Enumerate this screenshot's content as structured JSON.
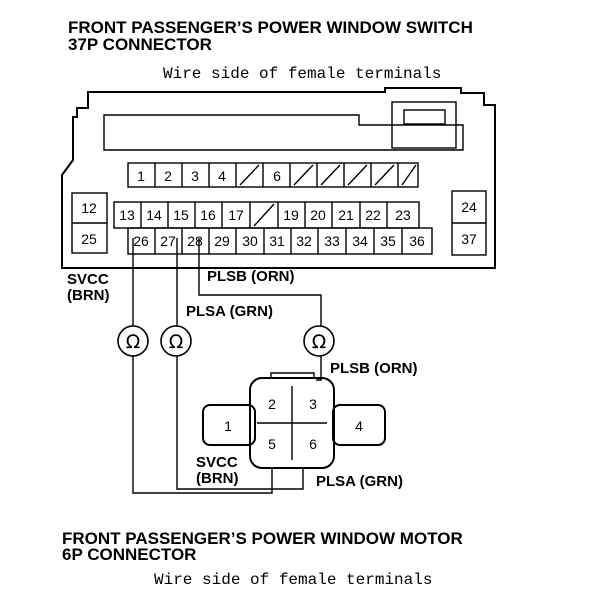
{
  "switch_connector": {
    "title_line1": "FRONT PASSENGER’S POWER WINDOW SWITCH",
    "title_line2": "37P CONNECTOR",
    "subtitle": "Wire side of female terminals",
    "pins": {
      "p1": "1",
      "p2": "2",
      "p3": "3",
      "p4": "4",
      "p6": "6",
      "p12": "12",
      "p13": "13",
      "p14": "14",
      "p15": "15",
      "p16": "16",
      "p17": "17",
      "p19": "19",
      "p20": "20",
      "p21": "21",
      "p22": "22",
      "p23": "23",
      "p24": "24",
      "p25": "25",
      "p26": "26",
      "p27": "27",
      "p28": "28",
      "p29": "29",
      "p30": "30",
      "p31": "31",
      "p32": "32",
      "p33": "33",
      "p34": "34",
      "p35": "35",
      "p36": "36",
      "p37": "37"
    }
  },
  "motor_connector": {
    "title_line1": "FRONT PASSENGER’S POWER WINDOW MOTOR",
    "title_line2": "6P CONNECTOR",
    "subtitle": "Wire side of female terminals",
    "pins": {
      "p1": "1",
      "p2": "2",
      "p3": "3",
      "p4": "4",
      "p5": "5",
      "p6": "6"
    }
  },
  "wires": {
    "svcc_name": "SVCC",
    "svcc_color": "(BRN)",
    "plsa": "PLSA (GRN)",
    "plsb": "PLSB (ORN)"
  },
  "ohmmeter_symbol": "Ω"
}
